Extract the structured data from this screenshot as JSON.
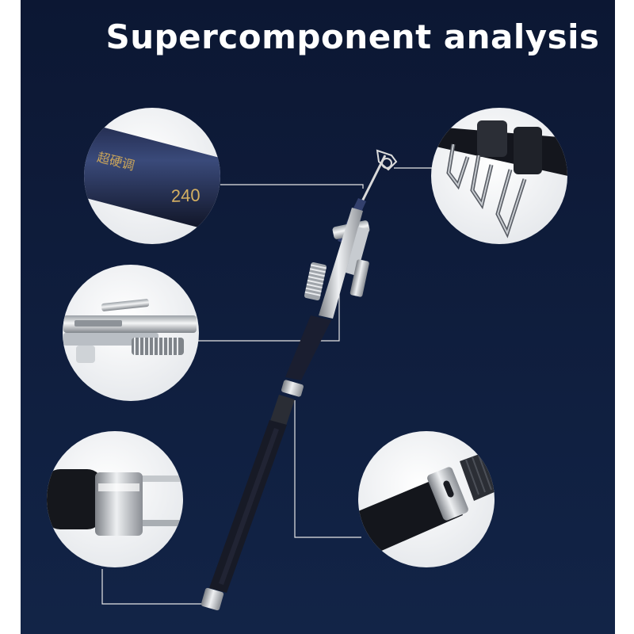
{
  "title": "Supercomponent analysis",
  "rod_label": {
    "characters": "超硬调",
    "length": "240"
  },
  "colors": {
    "background": "#0f1d3e",
    "rod": "#14161d",
    "circle": "#eef0f2",
    "leader_line": "#e6e6e6",
    "label_gold": "#c9a45a"
  },
  "callouts": [
    {
      "name": "callout-rod-label",
      "icon": "rod-label-closeup"
    },
    {
      "name": "callout-line-guides",
      "icon": "line-guides-closeup"
    },
    {
      "name": "callout-spring-trigger",
      "icon": "spring-trigger-closeup"
    },
    {
      "name": "callout-end-cap",
      "icon": "end-cap-closeup"
    },
    {
      "name": "callout-reel-seat",
      "icon": "reel-seat-closeup"
    }
  ]
}
